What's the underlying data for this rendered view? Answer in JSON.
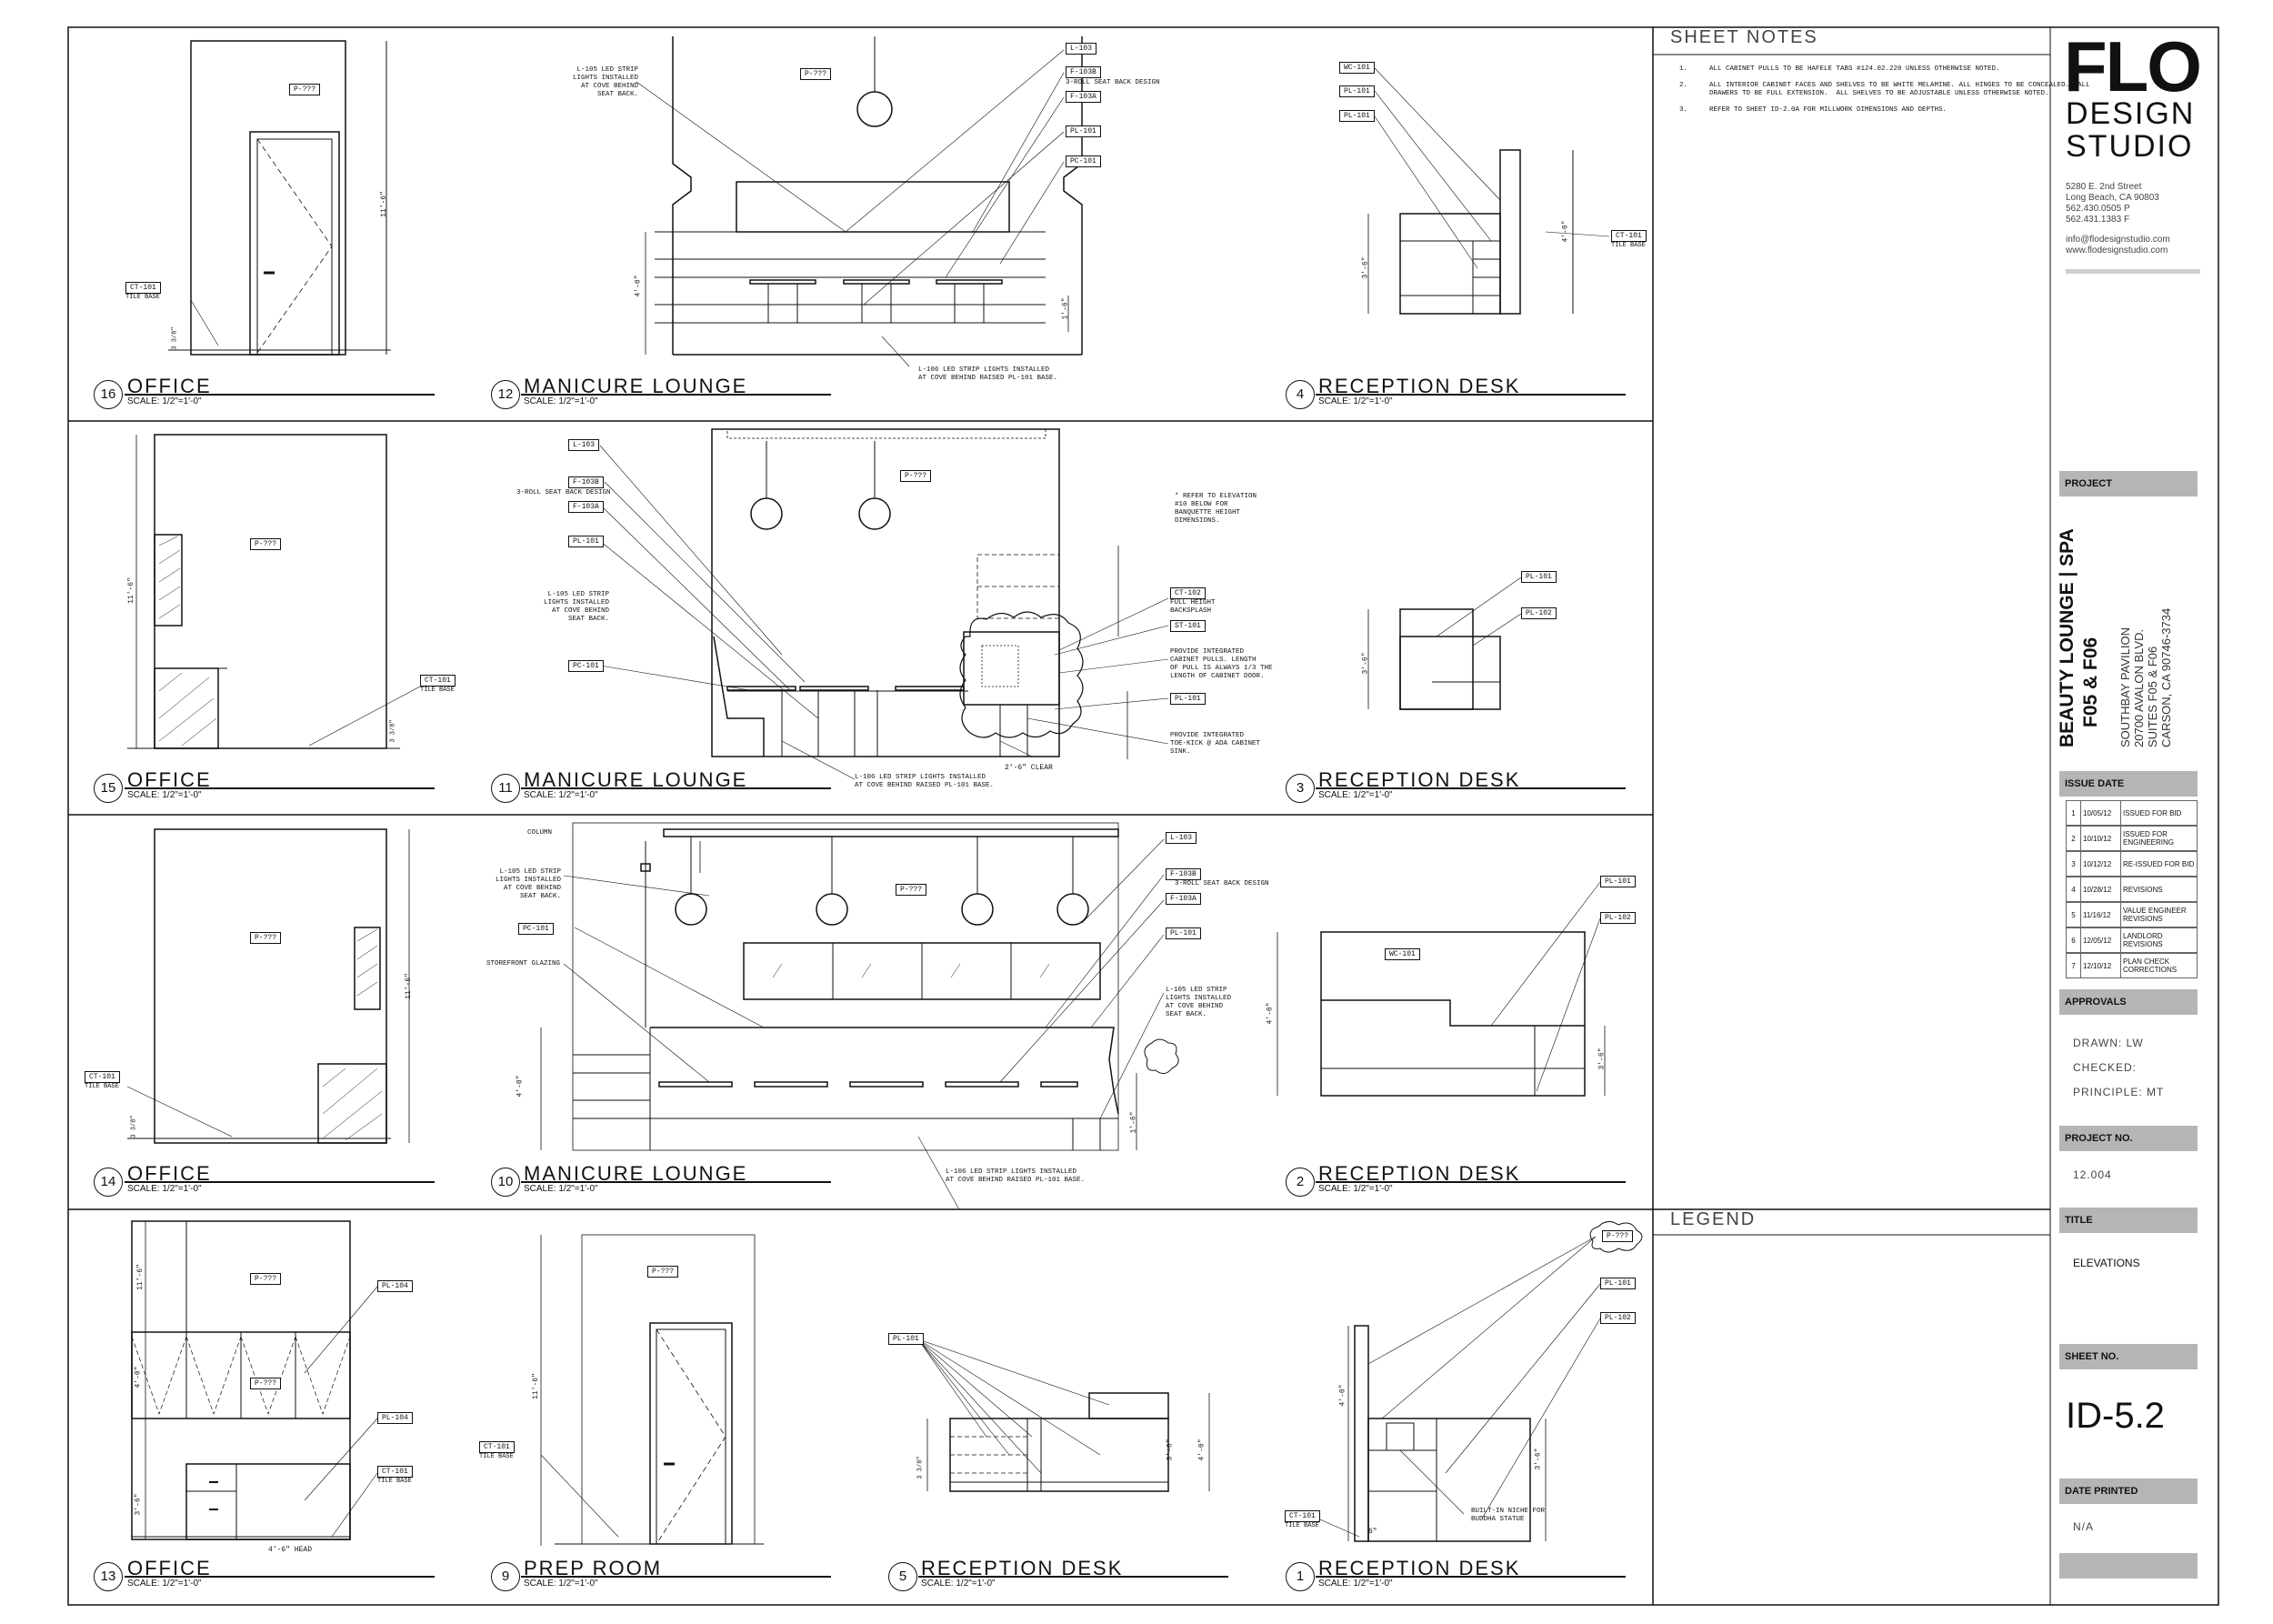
{
  "sheet_notes": {
    "heading": "SHEET NOTES",
    "notes": [
      {
        "num": "1.",
        "text": "ALL CABINET PULLS TO BE HAFELE TABS #124.02.220 UNLESS OTHERWISE NOTED."
      },
      {
        "num": "2.",
        "text": "ALL INTERIOR CABINET FACES AND SHELVES TO BE WHITE MELAMINE. ALL HINGES TO BE CONCEALED.  ALL\nDRAWERS TO BE FULL EXTENSION.  ALL SHELVES TO BE ADJUSTABLE UNLESS OTHERWISE NOTED."
      },
      {
        "num": "3.",
        "text": "REFER TO SHEET ID-2.0A FOR MILLWORK DIMENSIONS AND DEPTHS."
      }
    ]
  },
  "legend": {
    "heading": "LEGEND"
  },
  "firm": {
    "logo_line1": "FLO",
    "logo_line2": "DESIGN",
    "logo_line3": "STUDIO",
    "address1": "5280 E. 2nd Street",
    "address2": "Long Beach, CA 90803",
    "phone": "562.430.0505 P",
    "fax": "562.431.1383 F",
    "email": "info@flodesignstudio.com",
    "web": "www.flodesignstudio.com"
  },
  "project": {
    "label": "PROJECT",
    "name_line1": "BEAUTY LOUNGE | SPA",
    "name_line2": "F05 & F06",
    "addr1": "SOUTHBAY PAVILION",
    "addr2": "20700 AVALON BLVD.",
    "addr3": "SUITES F05 & F06",
    "addr4": "CARSON, CA  90746-3734"
  },
  "issue": {
    "label": "ISSUE DATE",
    "rows": [
      {
        "num": "1",
        "date": "10/05/12",
        "desc": "ISSUED FOR BID"
      },
      {
        "num": "2",
        "date": "10/10/12",
        "desc": "ISSUED FOR ENGINEERING"
      },
      {
        "num": "3",
        "date": "10/12/12",
        "desc": "RE-ISSUED FOR BID"
      },
      {
        "num": "4",
        "date": "10/28/12",
        "desc": "REVISIONS"
      },
      {
        "num": "5",
        "date": "11/16/12",
        "desc": "VALUE ENGINEER REVISIONS"
      },
      {
        "num": "6",
        "date": "12/05/12",
        "desc": "LANDLORD REVISIONS"
      },
      {
        "num": "7",
        "date": "12/10/12",
        "desc": "PLAN CHECK CORRECTIONS"
      }
    ]
  },
  "approvals": {
    "label": "APPROVALS",
    "drawn": "DRAWN: LW",
    "checked": "CHECKED:",
    "principle": "PRINCIPLE:  MT"
  },
  "project_no": {
    "label": "PROJECT NO.",
    "value": "12.004"
  },
  "title_block": {
    "label": "TITLE",
    "value": "ELEVATIONS"
  },
  "sheet_no": {
    "label": "SHEET NO.",
    "value": "ID-5.2"
  },
  "date_printed": {
    "label": "DATE PRINTED",
    "value": "N/A"
  },
  "views": [
    {
      "num": "16",
      "title": "OFFICE",
      "scale": "SCALE: 1/2\"=1'-0\""
    },
    {
      "num": "12",
      "title": "MANICURE LOUNGE",
      "scale": "SCALE: 1/2\"=1'-0\""
    },
    {
      "num": "4",
      "title": "RECEPTION DESK",
      "scale": "SCALE: 1/2\"=1'-0\""
    },
    {
      "num": "15",
      "title": "OFFICE",
      "scale": "SCALE: 1/2\"=1'-0\""
    },
    {
      "num": "11",
      "title": "MANICURE LOUNGE",
      "scale": "SCALE: 1/2\"=1'-0\""
    },
    {
      "num": "3",
      "title": "RECEPTION DESK",
      "scale": "SCALE: 1/2\"=1'-0\""
    },
    {
      "num": "14",
      "title": "OFFICE",
      "scale": "SCALE: 1/2\"=1'-0\""
    },
    {
      "num": "10",
      "title": "MANICURE LOUNGE",
      "scale": "SCALE: 1/2\"=1'-0\""
    },
    {
      "num": "2",
      "title": "RECEPTION DESK",
      "scale": "SCALE: 1/2\"=1'-0\""
    },
    {
      "num": "13",
      "title": "OFFICE",
      "scale": "SCALE: 1/2\"=1'-0\""
    },
    {
      "num": "9",
      "title": "PREP ROOM",
      "scale": "SCALE: 1/2\"=1'-0\""
    },
    {
      "num": "5",
      "title": "RECEPTION DESK",
      "scale": "SCALE: 1/2\"=1'-0\""
    },
    {
      "num": "1",
      "title": "RECEPTION DESK",
      "scale": "SCALE: 1/2\"=1'-0\""
    }
  ],
  "tags": {
    "p": "P-???",
    "ct101": "CT-101",
    "tile_base": "TILE BASE",
    "l103": "L-103",
    "f103b": "F-103B",
    "f103a": "F-103A",
    "pl101": "PL-101",
    "pl102": "PL-102",
    "pl104": "PL-104",
    "pc101": "PC-101",
    "wc101": "WC-101",
    "ct102": "CT-102",
    "st101": "ST-101",
    "roll_seat": "3-ROLL SEAT BACK DESIGN"
  },
  "annotations": {
    "led105": "L-105 LED STRIP\nLIGHTS INSTALLED\nAT COVE BEHIND\nSEAT BACK.",
    "led106": "L-106 LED STRIP LIGHTS INSTALLED\nAT COVE BEHIND RAISED PL-101 BASE.",
    "refer_elev": "* REFER TO ELEVATION\n#10 BELOW FOR\nBANQUETTE HEIGHT\nDIMENSIONS.",
    "full_backsplash": "FULL HEIGHT\nBACKSPLASH",
    "integrated_pulls": "PROVIDE INTEGRATED\nCABINET PULLS. LENGTH\nOF PULL IS ALWAYS 1/3 THE\nLENGTH OF CABINET DOOR.",
    "toe_kick": "PROVIDE INTEGRATED\nTOE-KICK @ ADA CABINET\nSINK.",
    "column": "COLUMN",
    "storefront": "STOREFRONT GLAZING",
    "buddha": "BUILT-IN NICHE FOR\nBUDDHA STATUE"
  },
  "dims": {
    "h11": "11'-6\"",
    "h4": "4'-0\"",
    "h3": "3'-6\"",
    "h1": "1'-6\"",
    "base": "3 3/8\"",
    "clr": "2'-6\" CLEAR",
    "head": "4'-6\" HEAD",
    "d6": "6\""
  }
}
